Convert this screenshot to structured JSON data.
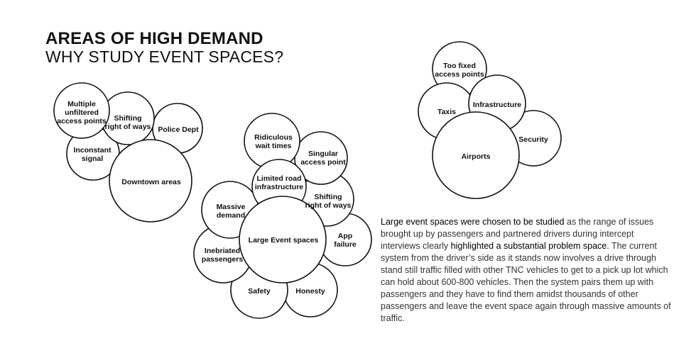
{
  "header": {
    "title": "AREAS OF HIGH DEMAND",
    "subtitle": "WHY STUDY EVENT SPACES?"
  },
  "clusters": {
    "downtown": {
      "center": "Downtown areas",
      "multiple": "Multiple unfiltered access points",
      "shifting": "Shifting right of ways",
      "police": "Police Dept",
      "inconstant": "Inconstant signal"
    },
    "events": {
      "center": "Large Event spaces",
      "ridiculous": "Ridiculous wait times",
      "singular": "Singular access point",
      "limited": "Limited road infrastructure",
      "shifting": "Shifting right of ways",
      "massive": "Massive demand",
      "app": "App failure",
      "inebriated": "Inebriated passengers",
      "safety": "Safety",
      "honesty": "Honesty"
    },
    "airports": {
      "center": "Airports",
      "toofixed": "Too fixed access points",
      "taxis": "Taxis",
      "infrastructure": "Infrastructure",
      "security": "Security"
    }
  },
  "paragraph": {
    "lead": "Large event spaces were chosen to be studied",
    "part1": " as the range of issues brought up by passengers and partnered drivers during intercept interviews clearly ",
    "highlight": "highlighted a substantial problem space",
    "part2": ". The current system from the driver’s side as it stands now involves a drive through stand still traffic filled with other TNC vehicles to get to a pick up lot which can hold about 600-800 vehicles. Then the system pairs them up with passengers and they have to find them amidst thousands of other passengers and leave the event space again through massive amounts of traffic."
  }
}
